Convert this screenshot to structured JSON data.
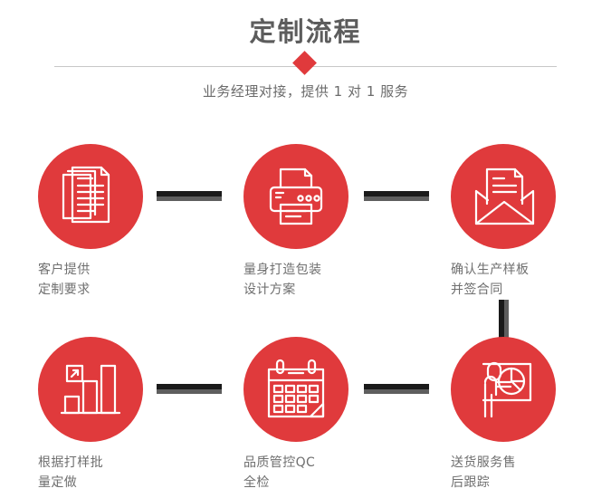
{
  "header": {
    "title": "定制流程",
    "subtitle": "业务经理对接，提供 1 对 1 服务",
    "diamond_color": "#e03a3c",
    "divider_color": "#c8c8c8",
    "title_color": "#5c5c5c"
  },
  "theme": {
    "accent": "#e03a3c",
    "connector_dark": "#1a1a1a",
    "connector_light": "#5e5e5e",
    "label_color": "#6f6f6f",
    "background": "#ffffff"
  },
  "steps": [
    {
      "index": "1",
      "icon": "documents-icon",
      "label_line1": "客户提供",
      "label_line2": "定制要求"
    },
    {
      "index": "2",
      "icon": "printer-icon",
      "label_line1": "量身打造包装",
      "label_line2": "设计方案"
    },
    {
      "index": "3",
      "icon": "envelope-letter-icon",
      "label_line1": "确认生产样板",
      "label_line2": "并签合同"
    },
    {
      "index": "4",
      "icon": "bar-chart-growth-icon",
      "label_line1": "根据打样批",
      "label_line2": "量定做"
    },
    {
      "index": "5",
      "icon": "calendar-icon",
      "label_line1": "品质管控QC",
      "label_line2": "全检"
    },
    {
      "index": "6",
      "icon": "presentation-person-pie-icon",
      "label_line1": "送货服务售",
      "label_line2": "后跟踪"
    }
  ]
}
